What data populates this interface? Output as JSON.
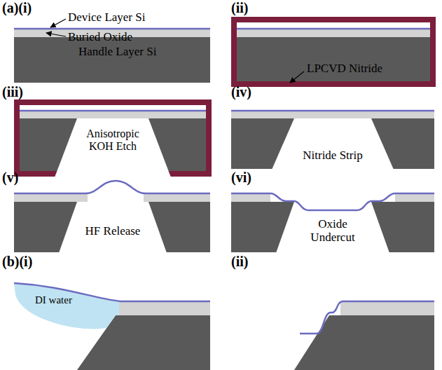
{
  "diagram": {
    "labels": [
      "(a)(i)",
      "Device Layer Si",
      "Buried Oxide",
      "Handle Layer Si",
      "(ii)",
      "LPCVD Nitride",
      "(iii)",
      "Anisotropic KOH Etch",
      "(iv)",
      "Nitride Strip",
      "(v)",
      "HF Release",
      "(vi)",
      "Oxide Undercut",
      "(b)(i)",
      "DI water",
      "(ii)"
    ]
  }
}
